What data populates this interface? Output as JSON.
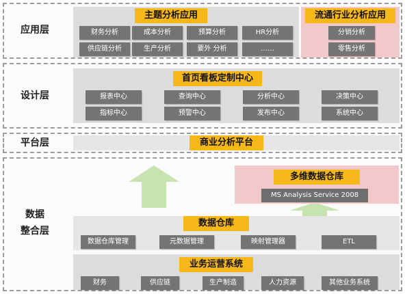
{
  "layers": {
    "app": {
      "label": "应用层",
      "main_title": "主题分析应用",
      "main_items": [
        "财务分析",
        "成本分析",
        "预算分析",
        "HR分析",
        "供应链分析",
        "生产分析",
        "要外 分析",
        "……"
      ],
      "side_title": "流通行业分析应用",
      "side_items": [
        "分销分析",
        "零售分析"
      ]
    },
    "design": {
      "label": "设计层",
      "title": "首页看板定制中心",
      "items": [
        "报表中心",
        "查询中心",
        "分析中心",
        "决策中心",
        "指标中心",
        "预警中心",
        "发布中心",
        "系统中心"
      ]
    },
    "platform": {
      "label": "平台层",
      "title": "商业分析平台"
    },
    "data": {
      "label_line1": "数据",
      "label_line2": "整合层",
      "cube_title": "多维数据仓库",
      "cube_engine": "MS  Analysis Service 2008",
      "dw_title": "数据仓库",
      "dw_items": [
        "数据仓库管理",
        "元数据管理",
        "映射管理器",
        "ETL"
      ],
      "ops_title": "业务运营系统",
      "ops_items": [
        "财务",
        "供应链",
        "生产制造",
        "人力资源",
        "其他业务系统"
      ]
    }
  },
  "colors": {
    "title_fill": "#f6b819",
    "chip_fill": "#747474",
    "pink_fill": "#f2c9cb",
    "arrow_fill": "#c7e3b0"
  },
  "icons": [
    "up-arrow-icon"
  ]
}
